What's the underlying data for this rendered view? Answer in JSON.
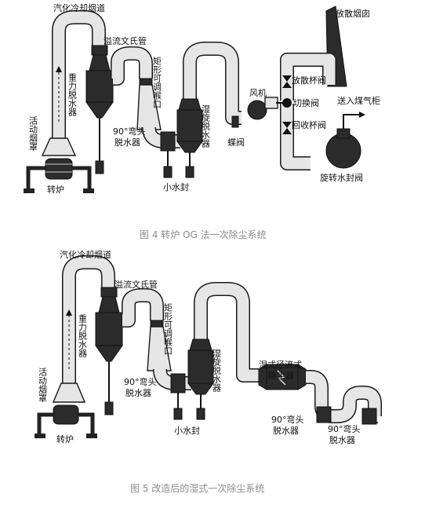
{
  "figure4": {
    "caption": "图 4 转炉 OG 法一次除尘系统",
    "labels": {
      "cooling_flue": "汽化冷却烟道",
      "overflow_venturi": "溢流文氏管",
      "stack": "放散烟囱",
      "rect_throat": "矩形可调喉口",
      "gravity_dewater": "重力脱水器",
      "elbow_dewater": "90°弯头脱水器",
      "swirl_dewater": "湿旋脱水器",
      "fan": "风机",
      "vent_cup_valve": "放散杯阀",
      "switch_valve": "切换阀",
      "recover_cup_valve": "回收杯阀",
      "to_gas_holder": "送入煤气柜",
      "moving_hood": "活动烟罩",
      "converter": "转炉",
      "small_seal": "小水封",
      "butterfly_valve": "蝶阀",
      "rotary_seal_valve": "旋转水封阀"
    }
  },
  "figure5": {
    "caption": "图 5 改造后的湿式一次除尘系统",
    "labels": {
      "cooling_flue": "汽化冷却烟道",
      "overflow_venturi": "溢流文氏管",
      "rect_throat": "矩形可调喉口",
      "gravity_dewater": "重力脱水器",
      "swirl_dewater": "湿旋脱水器",
      "wet_esp": "湿式径流式除尘器",
      "moving_hood": "活动烟罩",
      "elbow_dewater_1": "90°弯头脱水器",
      "elbow_dewater_2": "90°弯头脱水器",
      "elbow_dewater_3": "90°弯头脱水器",
      "converter": "转炉",
      "small_seal": "小水封"
    }
  }
}
